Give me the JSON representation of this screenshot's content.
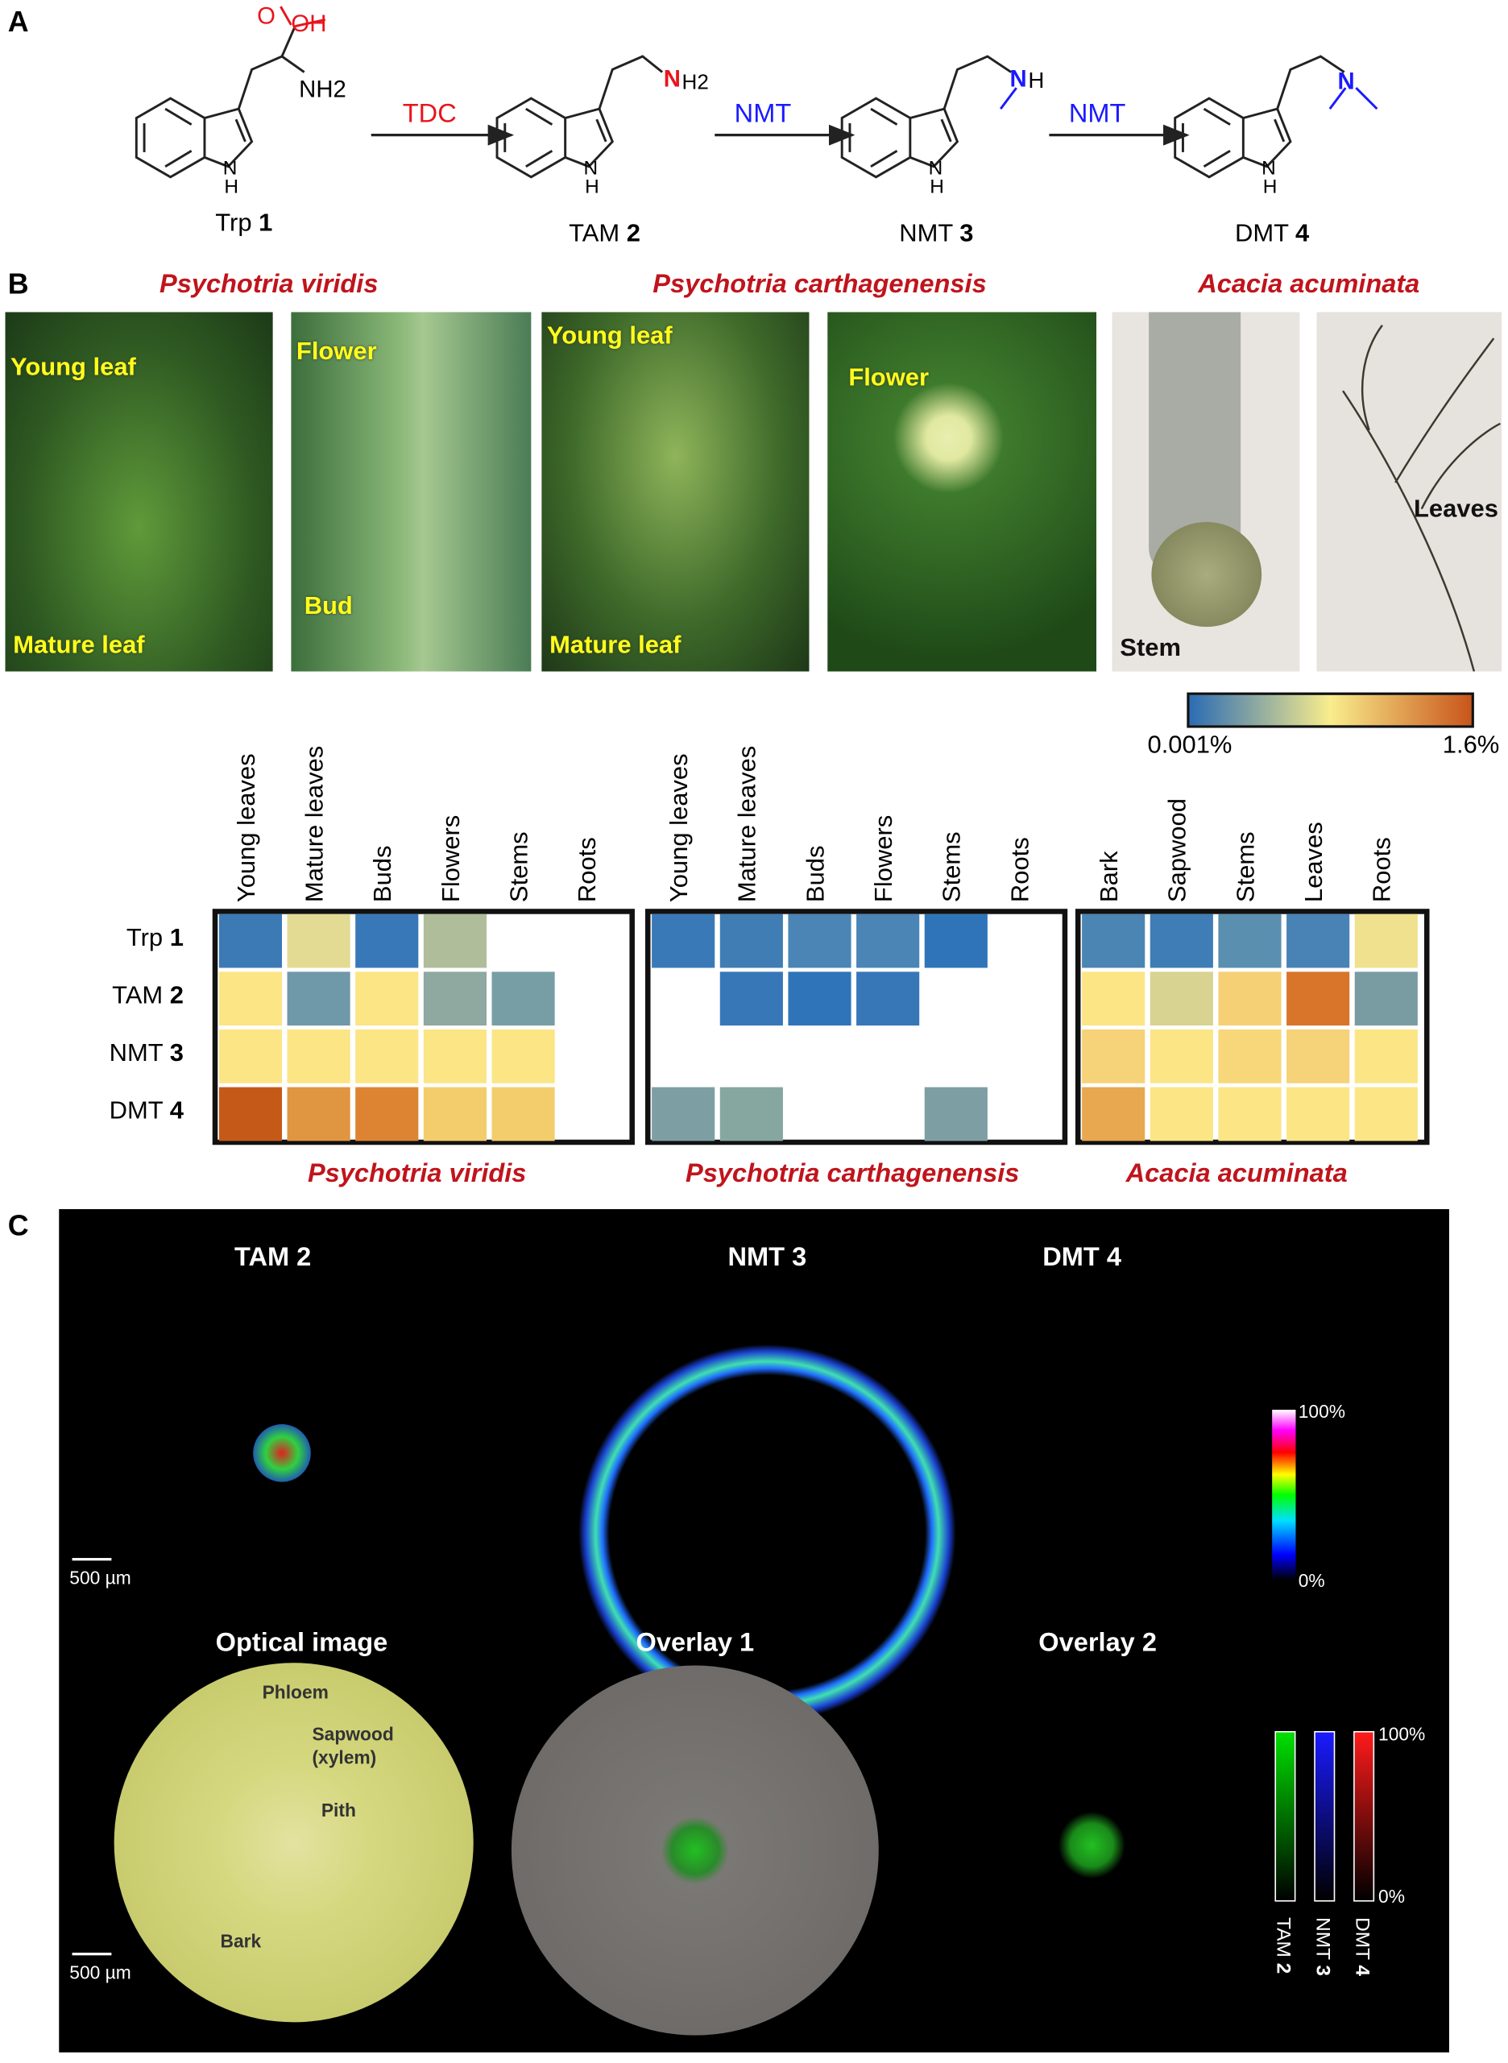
{
  "panel_a": {
    "label": "A",
    "molecules": [
      {
        "name": "Trp",
        "num": "1",
        "groups": [
          "O",
          "OH",
          "NH2"
        ]
      },
      {
        "name": "TAM",
        "num": "2",
        "groups": [
          "N",
          "H2"
        ]
      },
      {
        "name": "NMT",
        "num": "3",
        "groups": [
          "N",
          "H"
        ]
      },
      {
        "name": "DMT",
        "num": "4",
        "groups": [
          "N"
        ]
      }
    ],
    "indole_nh": "N",
    "indole_h": "H",
    "arrows": [
      {
        "label": "TDC",
        "color": "#e8141c"
      },
      {
        "label": "NMT",
        "color": "#1a1aff"
      },
      {
        "label": "NMT",
        "color": "#1a1aff"
      }
    ]
  },
  "panel_b": {
    "label": "B",
    "species": [
      "Psychotria viridis",
      "Psychotria carthagenensis",
      "Acacia acuminata"
    ],
    "photo_annotations": {
      "pv1": [
        "Young leaf",
        "Mature leaf"
      ],
      "pv2": [
        "Flower",
        "Bud"
      ],
      "pc1": [
        "Young leaf",
        "Mature leaf"
      ],
      "pc2": [
        "Flower"
      ],
      "aa1": [
        "Stem"
      ],
      "aa2": [
        "Leaves"
      ]
    },
    "colorbar": {
      "min": "0.001%",
      "max": "1.6%",
      "colors": [
        "#2b6cb4",
        "#f9ed8c",
        "#c9551a"
      ]
    },
    "rows": [
      {
        "name": "Trp",
        "num": "1"
      },
      {
        "name": "TAM",
        "num": "2"
      },
      {
        "name": "NMT",
        "num": "3"
      },
      {
        "name": "DMT",
        "num": "4"
      }
    ],
    "heatmaps": [
      {
        "species": "Psychotria viridis",
        "columns": [
          "Young leaves",
          "Mature leaves",
          "Buds",
          "Flowers",
          "Stems",
          "Roots"
        ],
        "cells": [
          [
            "#3b7ab5",
            "#e3db93",
            "#3878b8",
            "#b0bd9a",
            null,
            null
          ],
          [
            "#fbe585",
            "#6f98a8",
            "#fbe585",
            "#8fa8a0",
            "#779ea4",
            null
          ],
          [
            "#fbe585",
            "#fbe585",
            "#fbe585",
            "#fbe585",
            "#fbe585",
            null
          ],
          [
            "#c55a18",
            "#e09540",
            "#dc8432",
            "#f3cd6c",
            "#f3cd6c",
            null
          ]
        ]
      },
      {
        "species": "Psychotria carthagenensis",
        "columns": [
          "Young leaves",
          "Mature leaves",
          "Buds",
          "Flowers",
          "Stems",
          "Roots"
        ],
        "cells": [
          [
            "#3a79b7",
            "#3f7db4",
            "#4a85b5",
            "#4a85b5",
            "#2f74b8",
            null
          ],
          [
            null,
            "#3777b8",
            "#2f74b8",
            "#3777b8",
            null,
            null
          ],
          [
            null,
            null,
            null,
            null,
            null,
            null
          ],
          [
            "#7d9fa3",
            "#86a7a0",
            null,
            null,
            "#7d9fa3",
            null
          ]
        ]
      },
      {
        "species": "Acacia acuminata",
        "columns": [
          "Bark",
          "Sapwood",
          "Stems",
          "Leaves",
          "Roots"
        ],
        "cells": [
          [
            "#4a85b3",
            "#3e7db6",
            "#5a8fb0",
            "#4983b6",
            "#efe18e"
          ],
          [
            "#fbe585",
            "#d8d390",
            "#f5d075",
            "#d8752a",
            "#799ca3"
          ],
          [
            "#f6d278",
            "#fbe585",
            "#f7d77a",
            "#f6d278",
            "#fbe585"
          ],
          [
            "#e8a850",
            "#fbe585",
            "#fbe585",
            "#fbe585",
            "#fbe585"
          ]
        ]
      }
    ]
  },
  "panel_c": {
    "label": "C",
    "titles_top": [
      {
        "name": "TAM",
        "num": "2"
      },
      {
        "name": "NMT",
        "num": "3"
      },
      {
        "name": "DMT",
        "num": "4"
      }
    ],
    "titles_bottom": [
      "Optical image",
      "Overlay 1",
      "Overlay 2"
    ],
    "scale_bar": "500 µm",
    "intensity_bar": {
      "max": "100%",
      "min": "0%"
    },
    "optical_annotations": [
      "Phloem",
      "Sapwood",
      "(xylem)",
      "Pith",
      "Bark"
    ],
    "channels": [
      {
        "name": "TAM",
        "num": "2",
        "color": "#00e000"
      },
      {
        "name": "NMT",
        "num": "3",
        "color": "#1a1aff"
      },
      {
        "name": "DMT",
        "num": "4",
        "color": "#ff1a1a"
      }
    ],
    "channel_bar": {
      "max": "100%",
      "min": "0%"
    }
  }
}
